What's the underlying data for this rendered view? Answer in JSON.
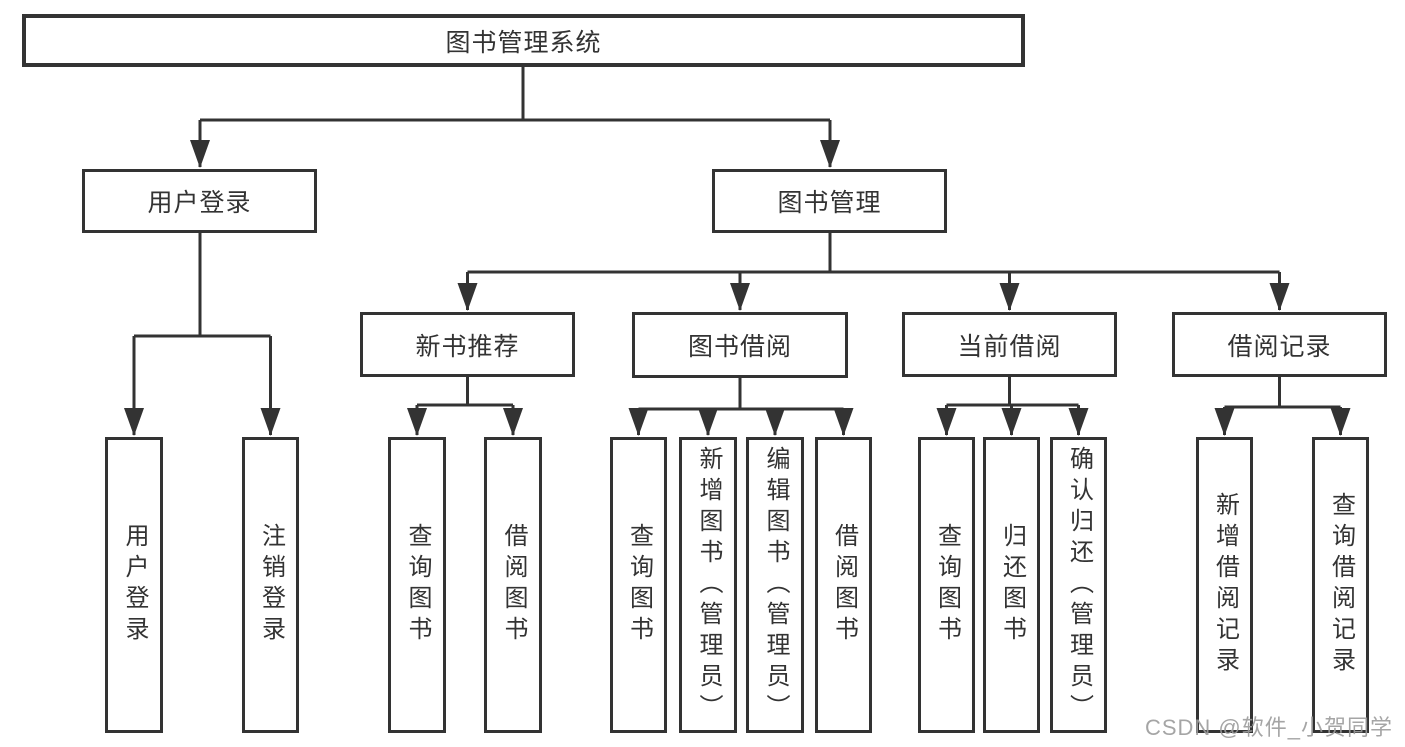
{
  "colors": {
    "line": "#333333",
    "text": "#333333",
    "background": "#ffffff",
    "watermark": "#9c9c9c"
  },
  "diagram": {
    "title": "图书管理系统",
    "user_branch": {
      "label": "用户登录",
      "children": [
        "用户登录",
        "注销登录"
      ]
    },
    "book_branch": {
      "label": "图书管理",
      "sections": [
        {
          "label": "新书推荐",
          "children": [
            "查询图书",
            "借阅图书"
          ]
        },
        {
          "label": "图书借阅",
          "children": [
            "查询图书",
            "新增图书（管理员）",
            "编辑图书（管理员）",
            "借阅图书"
          ]
        },
        {
          "label": "当前借阅",
          "children": [
            "查询图书",
            "归还图书",
            "确认归还（管理员）"
          ]
        },
        {
          "label": "借阅记录",
          "children": [
            "新增借阅记录",
            "查询借阅记录"
          ]
        }
      ]
    }
  },
  "watermark": "CSDN @软件_小贺同学"
}
